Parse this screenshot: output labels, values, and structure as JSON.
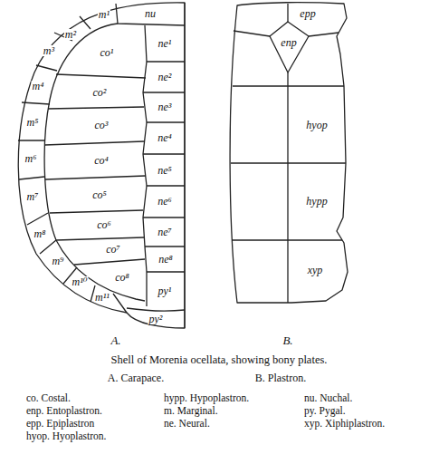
{
  "diagram": {
    "caption": "Shell of Morenia ocellata, showing bony plates.",
    "labels": [
      "m¹",
      "nu",
      "m²",
      "m³",
      "co¹",
      "ne¹",
      "m⁴",
      "co²",
      "ne²",
      "m⁵",
      "co³",
      "ne³",
      "m⁶",
      "co⁴",
      "ne⁴",
      "ne⁵",
      "m⁷",
      "co⁵",
      "ne⁶",
      "m⁸",
      "co⁶",
      "ne⁷",
      "m⁹",
      "co⁷",
      "co⁸",
      "ne⁸",
      "m¹⁰",
      "py¹",
      "m¹¹",
      "py²",
      "epp",
      "enp",
      "hyop",
      "hypp",
      "xyp",
      "A.",
      "B.",
      "A. Carapace.",
      "B. Plastron.",
      "co. Costal.",
      "hypp. Hypoplastron.",
      "nu. Nuchal.",
      "enp. Entoplastron.",
      "m. Marginal.",
      "py. Pygal.",
      "epp. Epiplastron",
      "ne. Neural.",
      "xyp. Xiphiplastron.",
      "hyop. Hyoplastron."
    ]
  }
}
